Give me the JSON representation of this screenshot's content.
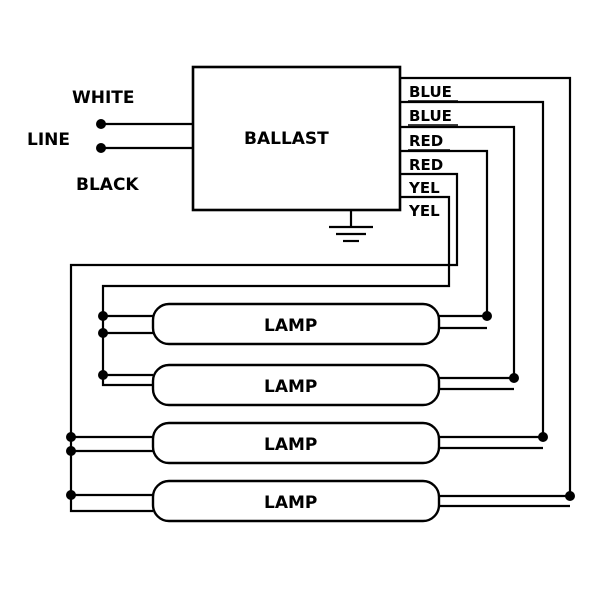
{
  "line": {
    "white_label": "WHITE",
    "line_label": "LINE",
    "black_label": "BLACK"
  },
  "ballast": {
    "label": "BALLAST"
  },
  "wires": [
    {
      "label": "BLUE"
    },
    {
      "label": "BLUE"
    },
    {
      "label": "RED"
    },
    {
      "label": "RED"
    },
    {
      "label": "YEL"
    },
    {
      "label": "YEL"
    }
  ],
  "lamps": [
    {
      "label": "LAMP"
    },
    {
      "label": "LAMP"
    },
    {
      "label": "LAMP"
    },
    {
      "label": "LAMP"
    }
  ],
  "colors": {
    "line": "#000000",
    "background": "#ffffff"
  }
}
